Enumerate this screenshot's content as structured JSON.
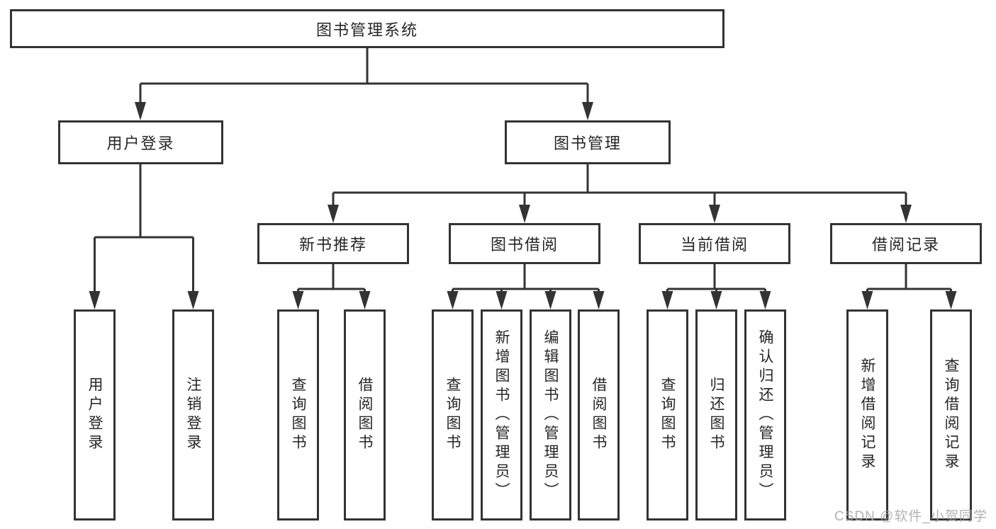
{
  "diagram_title": "图书管理系统",
  "nodes": {
    "root": "图书管理系统",
    "user_login": "用户登录",
    "book_management": "图书管理",
    "new_book_recommend": "新书推荐",
    "book_borrowing": "图书借阅",
    "current_borrowing": "当前借阅",
    "borrowing_records": "借阅记录",
    "leaf_user_login": "用户登录",
    "leaf_logout": "注销登录",
    "leaf_query_books_a": "查询图书",
    "leaf_borrow_books_a": "借阅图书",
    "leaf_query_books_b": "查询图书",
    "leaf_add_books_admin": "新增图书（管理员）",
    "leaf_edit_books_admin": "编辑图书（管理员）",
    "leaf_borrow_books_b": "借阅图书",
    "leaf_query_books_c": "查询图书",
    "leaf_return_books": "归还图书",
    "leaf_confirm_return_admin": "确认归还（管理员）",
    "leaf_add_borrow_record": "新增借阅记录",
    "leaf_query_borrow_record": "查询借阅记录"
  },
  "hierarchy": {
    "图书管理系统": [
      "用户登录",
      "图书管理"
    ],
    "用户登录": [
      "用户登录",
      "注销登录"
    ],
    "图书管理": [
      "新书推荐",
      "图书借阅",
      "当前借阅",
      "借阅记录"
    ],
    "新书推荐": [
      "查询图书",
      "借阅图书"
    ],
    "图书借阅": [
      "查询图书",
      "新增图书（管理员）",
      "编辑图书（管理员）",
      "借阅图书"
    ],
    "当前借阅": [
      "查询图书",
      "归还图书",
      "确认归还（管理员）"
    ],
    "借阅记录": [
      "新增借阅记录",
      "查询借阅记录"
    ]
  },
  "watermark": "CSDN @软件_小贺同学",
  "colors": {
    "line": "#333333",
    "text": "#262626",
    "background": "#ffffff",
    "watermark": "#a5a5a5"
  }
}
